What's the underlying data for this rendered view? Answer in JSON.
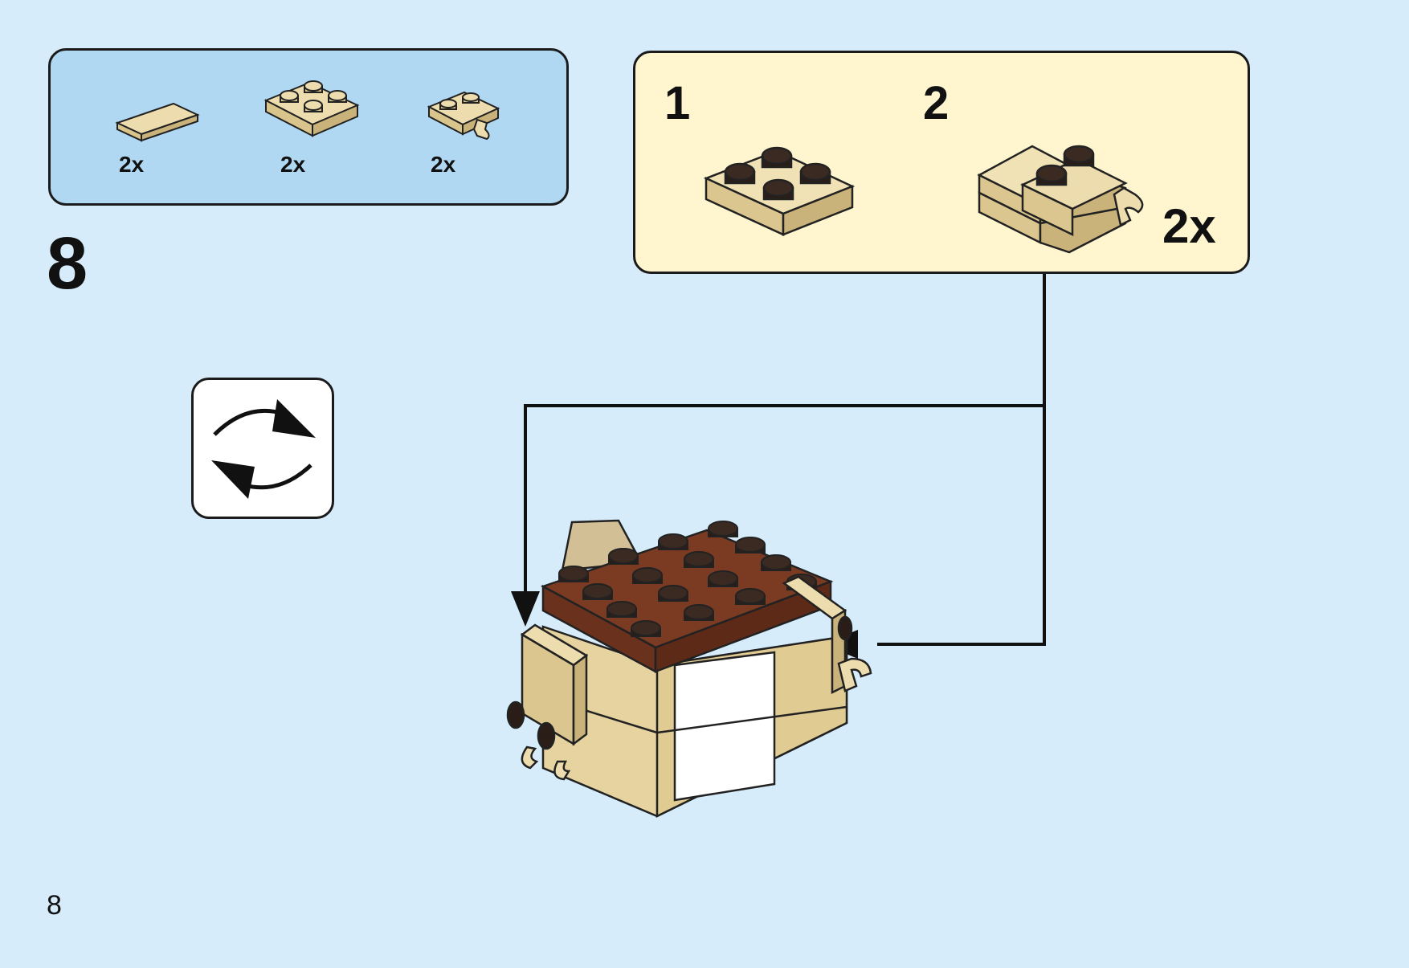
{
  "parts_list": {
    "items": [
      {
        "name": "tile-1x2-tan",
        "quantity": "2x"
      },
      {
        "name": "plate-2x2-tan",
        "quantity": "2x"
      },
      {
        "name": "plate-1x2-clip-tan",
        "quantity": "2x"
      }
    ]
  },
  "step": {
    "number": "8"
  },
  "rotate_hint": {
    "icon": "rotate-arrows-icon"
  },
  "sub_assembly": {
    "steps": [
      {
        "number": "1"
      },
      {
        "number": "2"
      }
    ],
    "quantity": "2x"
  },
  "page": {
    "number": "8"
  },
  "colors": {
    "background": "#d6ecfa",
    "parts_box": "#b1d8f3",
    "sub_box": "#fff6cf",
    "tan": "#e6d3a0",
    "tan_dark": "#c9b37a",
    "reddish_brown": "#7a3b22",
    "stud_dark": "#2a1d18"
  }
}
